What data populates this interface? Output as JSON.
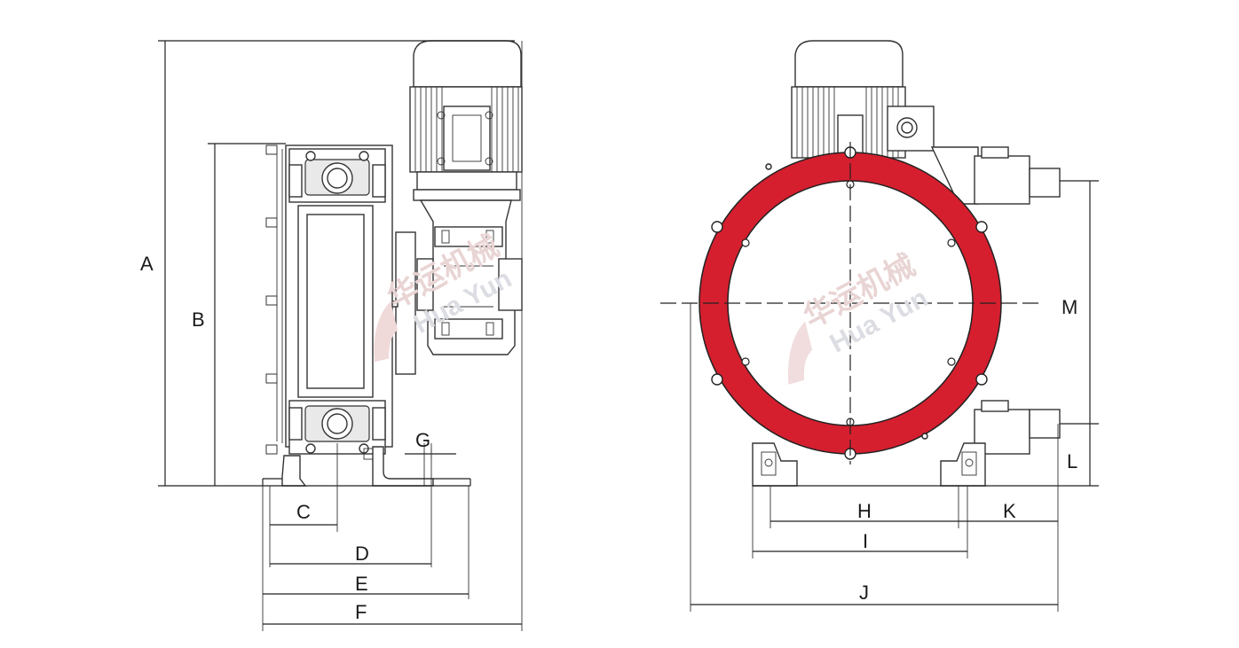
{
  "drawing": {
    "dimension_labels": {
      "A": "A",
      "B": "B",
      "C": "C",
      "D": "D",
      "E": "E",
      "F": "F",
      "G": "G",
      "H": "H",
      "I": "I",
      "J": "J",
      "K": "K",
      "L": "L",
      "M": "M"
    },
    "watermark": {
      "cn_left": "华运机械",
      "en_left": "Hua Yun",
      "cn_right": "华运机械",
      "en_right": "Hua Yun"
    },
    "colors": {
      "rotor_ring": "#d51f2f",
      "line": "#222222",
      "watermark_cn": "#e9d4d4",
      "watermark_en": "#dcdde3"
    },
    "views": [
      "side-view",
      "front-view"
    ]
  }
}
